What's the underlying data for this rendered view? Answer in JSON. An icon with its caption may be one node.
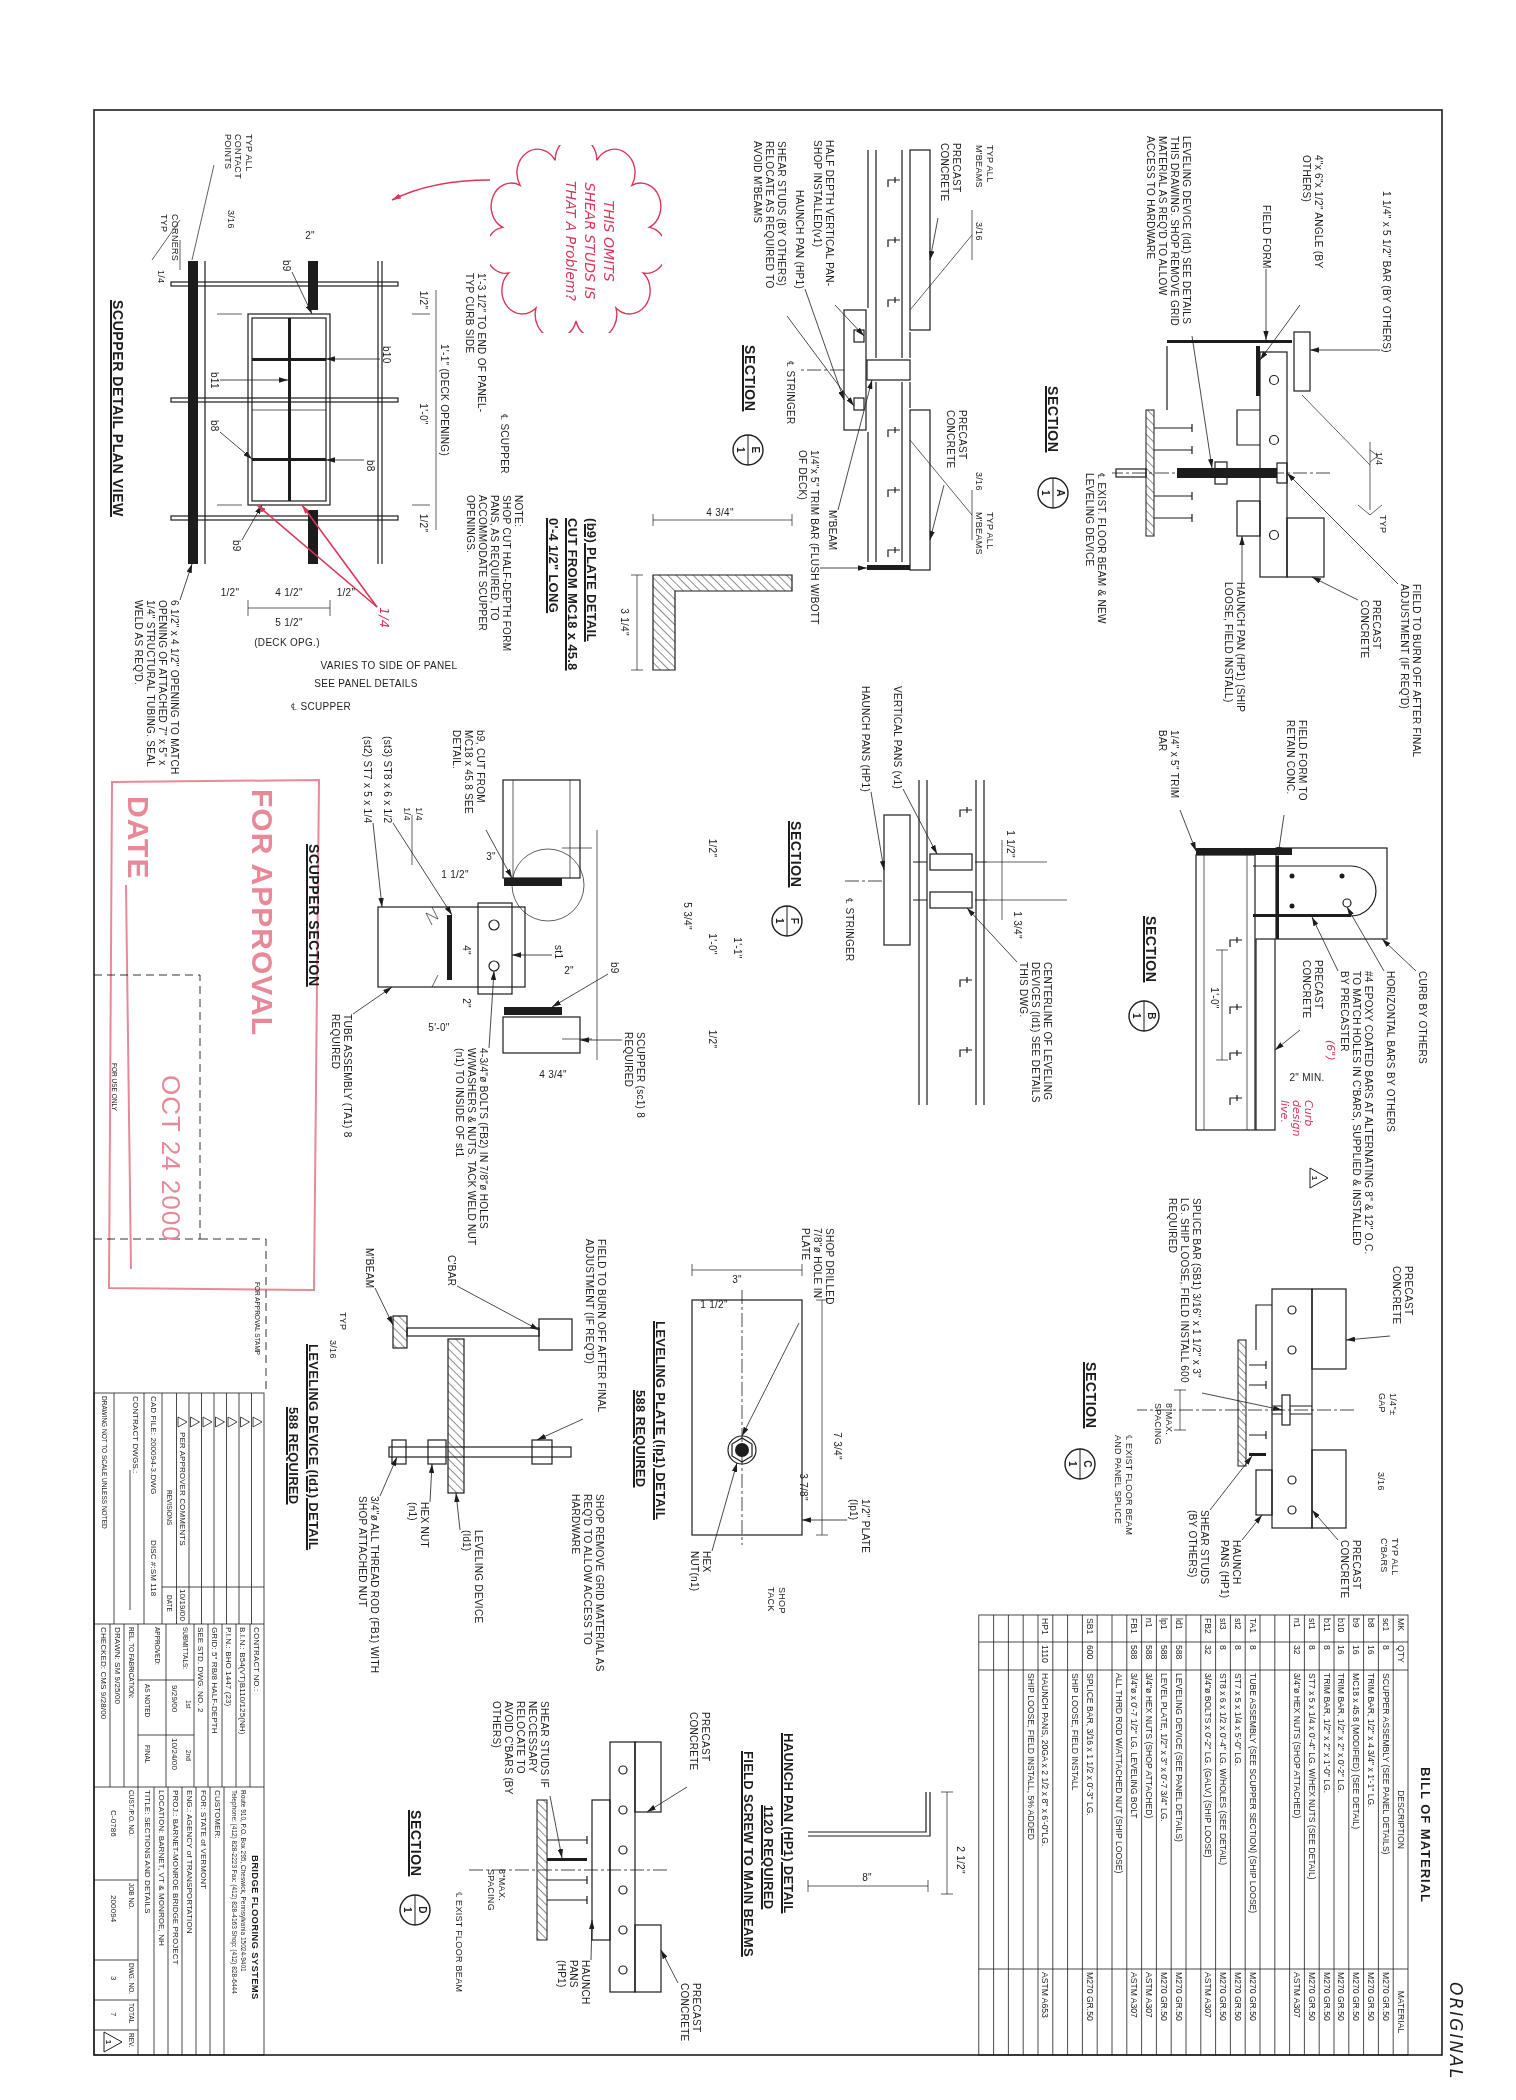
{
  "diagram": {
    "nodes": [
      {
        "text": [
          "1 1/4\" x 5 1/2\" BAR (BY OTHERS)"
        ]
      },
      {
        "text": [
          "4\"x 6\"x 1/2\" ANGLE (BY OTHERS)"
        ]
      },
      {
        "text": [
          "FIELD FORM"
        ]
      },
      {
        "text": [
          "LEVELING DEVICE (ld1) SEE DETAILS THIS DRAWING. SHOP REMOVE GRID MATERIAL AS REQ'D TO ALLOW ACCESS TO HARDWARE"
        ]
      },
      {
        "text": [
          "FIELD TO BURN OFF AFTER FINAL ADJUSTMENT (IF REQ'D)"
        ]
      },
      {
        "text": [
          "PRECAST CONCRETE"
        ]
      },
      {
        "text": [
          "HAUNCH PAN (HP1) (SHIP LOOSE, FIELD INSTALL)"
        ]
      },
      {
        "text": [
          "PRECAST CONCRETE"
        ]
      },
      {
        "text": [
          "HALF DEPTH VERTICAL PAN-SHOP INSTALLED(v1)"
        ]
      },
      {
        "text": [
          "HAUNCH PAN (HP1)"
        ]
      },
      {
        "text": [
          "SHEAR STUDS (BY OTHERS) RELOCATE AS REQUIRED TO AVOID M'BEAMS"
        ]
      },
      {
        "text": [
          "PRECAST CONCRETE"
        ]
      },
      {
        "text": [
          "M'BEAM"
        ]
      },
      {
        "text": [
          "1/4\"x 5\" TRIM BAR (FLUSH W/BOTT OF DECK)"
        ]
      },
      {
        "text": [
          "b9"
        ]
      },
      {
        "text": [
          "b10"
        ]
      },
      {
        "text": [
          "b11"
        ]
      },
      {
        "text": [
          "b8"
        ]
      },
      {
        "text": [
          "b8"
        ]
      },
      {
        "text": [
          "b9"
        ]
      },
      {
        "text": [
          "6 1/2\" x 4 1/2\" OPENING TO MATCH OPENING OF ATTACHED 7\" x 5\" x 1/4\" STRUCTURAL TUBING. SEAL WELD AS REQ'D."
        ]
      },
      {
        "text": [
          "THIS OMITS SHEAR STUDS IS THAT A Problem?"
        ]
      },
      {
        "text": [
          "1/4"
        ]
      },
      {
        "text": [
          "b9, CUT FROM MC18 x 45.8 SEE DETAIL."
        ]
      },
      {
        "text": [
          "(st3) ST8 x 6 x 1/2"
        ]
      },
      {
        "text": [
          "(st2) ST7 x 5 x 1/4"
        ]
      },
      {
        "text": [
          "st1"
        ]
      },
      {
        "text": [
          "b9"
        ]
      },
      {
        "text": [
          "SCUPPER (sc1) 8 REQUIRED"
        ]
      },
      {
        "text": [
          "4-3/4\"ø BOLTS (FB2) IN 7/8\"ø HOLES W/WASHERS & NUTS. TACK WELD NUT (n1) TO INSIDE OF st1"
        ]
      },
      {
        "text": [
          "TUBE ASSEMBLY (TA1) 8 REQUIRED"
        ]
      },
      {
        "text": [
          "FIELD FORM TO RETAIN CONC."
        ]
      },
      {
        "text": [
          "1/4\" x 5\" TRIM BAR"
        ]
      },
      {
        "text": [
          "CURB BY OTHERS"
        ]
      },
      {
        "text": [
          "HORIZONTAL BARS BY OTHERS"
        ]
      },
      {
        "text": [
          "#4 EPOXY COATED BARS AT ALTERNATING 8\" & 12\" O.C. TO MATCH HOLES IN C'BARS, SUPPLIED & INSTALLED BY PRECASTER"
        ]
      },
      {
        "text": [
          "PRECAST CONCRETE"
        ]
      },
      {
        "text": [
          "VERTICAL PANS (v1)"
        ]
      },
      {
        "text": [
          "HAUNCH PANS (HP1)"
        ]
      },
      {
        "text": [
          "CENTERLINE OF LEVELING DEVICES (ld1) SEE DETAILS THIS DWG."
        ]
      },
      {
        "text": [
          "PRECAST CONCRETE"
        ]
      },
      {
        "text": [
          "SPLICE BAR (SB1) 3/16\" x 1 1/2\" x 3\" LG. SHIP LOOSE, FIELD INSTALL 600 REQUIRED"
        ]
      },
      {
        "text": [
          "PRECAST CONCRETE"
        ]
      },
      {
        "text": [
          "HAUNCH PANS (HP1)"
        ]
      },
      {
        "text": [
          "SHEAR STUDS (BY OTHERS)"
        ]
      },
      {
        "text": [
          "SHOP DRILLED 7/8\"ø HOLE IN PLATE"
        ]
      },
      {
        "text": [
          "1/2\" PLATE (lp1)"
        ]
      },
      {
        "text": [
          "HEX NUT(n1)"
        ]
      },
      {
        "text": [
          "FIELD TO BURN OFF AFTER FINAL ADJUSTMENT (IF REQ'D)"
        ]
      },
      {
        "text": [
          "C'BAR"
        ]
      },
      {
        "text": [
          "M'BEAM"
        ]
      },
      {
        "text": [
          "HEX NUT (n1)"
        ]
      },
      {
        "text": [
          "LEVELING DEVICE (ld1)"
        ]
      },
      {
        "text": [
          "3/4\"ø ALL THREAD ROD (FB1) WITH SHOP ATTACHED NUT"
        ]
      },
      {
        "text": [
          "PRECAST CONCRETE"
        ]
      },
      {
        "text": [
          "PRECAST CONCRETE"
        ]
      },
      {
        "text": [
          "SHEAR STUDS IF NECCESSARY RELOCATE TO AVOID C'BARS (BY OTHERS)"
        ]
      },
      {
        "text": [
          "HAUNCH PANS (HP1)"
        ]
      },
      {
        "text": [],
        "shape": "box"
      },
      {
        "text": [],
        "shape": "bar"
      },
      {
        "text": [],
        "shape": "bar"
      },
      {
        "text": [],
        "shape": "bar"
      },
      {
        "text": [],
        "shape": "box"
      },
      {
        "text": [],
        "shape": "box"
      },
      {
        "text": [],
        "shape": "box"
      },
      {
        "text": [],
        "shape": "box"
      },
      {
        "text": [],
        "shape": "box",
        "in": 67
      },
      {
        "text": [],
        "shape": "box"
      },
      {
        "text": [],
        "shape": "box",
        "in": 67
      },
      {
        "text": [],
        "shape": "box"
      },
      {
        "text": [],
        "shape": "box"
      },
      {
        "text": [],
        "shape": "bar"
      },
      {
        "text": [],
        "shape": "box"
      },
      {
        "text": [],
        "shape": "bar",
        "in": 72
      },
      {
        "text": [],
        "shape": "bar",
        "in": 72
      },
      {
        "text": [],
        "shape": "bar",
        "in": 72
      },
      {
        "text": [],
        "shape": "bar"
      },
      {
        "text": [],
        "shape": "bar"
      },
      {
        "text": [],
        "shape": "bar"
      },
      {
        "text": [],
        "shape": "bar",
        "in": 80
      },
      {
        "text": [],
        "shape": "box"
      },
      {
        "text": [],
        "shape": "box"
      },
      {
        "text": [],
        "shape": "box"
      },
      {
        "text": [],
        "shape": "circle",
        "in": 81
      },
      {
        "text": [],
        "shape": "bar",
        "in": 86
      },
      {
        "text": [],
        "shape": "bar"
      },
      {
        "text": [],
        "shape": "box"
      },
      {
        "text": [],
        "shape": "circle",
        "in": 86
      },
      {
        "text": [],
        "shape": "bar"
      },
      {
        "text": [],
        "shape": "box"
      },
      {
        "text": [],
        "shape": "box"
      },
      {
        "text": [],
        "shape": "box"
      },
      {
        "text": [],
        "shape": "box"
      },
      {
        "text": [],
        "shape": "box"
      },
      {
        "text": [],
        "shape": "box"
      },
      {
        "text": [],
        "shape": "box"
      },
      {
        "text": [],
        "shape": "box"
      },
      {
        "text": [],
        "shape": "bar"
      },
      {
        "text": [],
        "shape": "circle",
        "in": 99
      },
      {
        "text": [],
        "shape": "box"
      },
      {
        "text": [],
        "shape": "box"
      },
      {
        "text": [],
        "shape": "box"
      },
      {
        "text": [],
        "shape": "box"
      },
      {
        "text": [],
        "shape": "box"
      },
      {
        "text": [],
        "shape": "box"
      },
      {
        "text": [],
        "shape": "box"
      },
      {
        "text": [],
        "shape": "box"
      },
      {
        "text": [],
        "shape": "box"
      },
      {
        "text": [],
        "shape": "bar"
      },
      {
        "text": [],
        "shape": "box"
      }
    ],
    "edges": [
      {
        "from": 0,
        "to": 58,
        "arrow": "to"
      },
      {
        "from": 1,
        "to": 59,
        "arrow": "to"
      },
      {
        "from": 2,
        "to": 60,
        "arrow": "to"
      },
      {
        "from": 3,
        "to": 61,
        "arrow": "to"
      },
      {
        "from": 4,
        "to": 62,
        "arrow": "to"
      },
      {
        "from": 5,
        "to": 63,
        "arrow": "to"
      },
      {
        "from": 6,
        "to": 64,
        "arrow": "to"
      },
      {
        "from": 7,
        "to": 65,
        "arrow": "to"
      },
      {
        "from": 8,
        "to": 66,
        "arrow": "to"
      },
      {
        "from": 9,
        "to": 67,
        "arrow": "to"
      },
      {
        "from": 10,
        "to": 68,
        "arrow": "to"
      },
      {
        "from": 11,
        "to": 69,
        "arrow": "to"
      },
      {
        "from": 12,
        "to": 70,
        "arrow": "to"
      },
      {
        "from": 13,
        "to": 71,
        "arrow": "to"
      },
      {
        "from": 14,
        "to": 72,
        "arrow": "to"
      },
      {
        "from": 15,
        "to": 73,
        "arrow": "to"
      },
      {
        "from": 16,
        "to": 74,
        "arrow": "to"
      },
      {
        "from": 17,
        "to": 75,
        "arrow": "to"
      },
      {
        "from": 18,
        "to": 75,
        "arrow": "to"
      },
      {
        "from": 19,
        "to": 72,
        "arrow": "to"
      },
      {
        "from": 20,
        "to": 76,
        "arrow": "to"
      },
      {
        "from": 21,
        "to": null,
        "arrow": "to",
        "color": "#d9365a"
      },
      {
        "from": 22,
        "to": 72,
        "arrow": "to",
        "color": "#d9365a"
      },
      {
        "from": 22,
        "to": 72,
        "arrow": "to",
        "color": "#d9365a"
      },
      {
        "from": 23,
        "to": 77,
        "arrow": "to"
      },
      {
        "from": 24,
        "to": 79,
        "arrow": "to"
      },
      {
        "from": 25,
        "to": 80,
        "arrow": "to"
      },
      {
        "from": 26,
        "to": 81,
        "arrow": "to"
      },
      {
        "from": 27,
        "to": 78,
        "arrow": "to"
      },
      {
        "from": 28,
        "to": 82,
        "arrow": "to"
      },
      {
        "from": 29,
        "to": 83,
        "arrow": "to"
      },
      {
        "from": 30,
        "to": 80,
        "arrow": "to"
      },
      {
        "from": 31,
        "to": 84,
        "arrow": "to"
      },
      {
        "from": 32,
        "to": 85,
        "arrow": "to"
      },
      {
        "from": 33,
        "to": 86,
        "arrow": "to"
      },
      {
        "from": 34,
        "to": 87,
        "arrow": "to"
      },
      {
        "from": 35,
        "to": 88,
        "arrow": "to"
      },
      {
        "from": 36,
        "to": 89,
        "arrow": "to"
      },
      {
        "from": 37,
        "to": 90,
        "arrow": "to"
      },
      {
        "from": 38,
        "to": 91,
        "arrow": "to"
      },
      {
        "from": 39,
        "to": 92,
        "arrow": "to"
      },
      {
        "from": 40,
        "to": 93,
        "arrow": "to"
      },
      {
        "from": 41,
        "to": 94,
        "arrow": "to"
      },
      {
        "from": 42,
        "to": 95,
        "arrow": "to"
      },
      {
        "from": 43,
        "to": 96,
        "arrow": "to"
      },
      {
        "from": 44,
        "to": 97,
        "arrow": "to"
      },
      {
        "from": 45,
        "to": 98,
        "arrow": "to"
      },
      {
        "from": 46,
        "to": 99,
        "arrow": "to"
      },
      {
        "from": 47,
        "to": 98,
        "arrow": "to"
      },
      {
        "from": 48,
        "to": 100,
        "arrow": "to"
      },
      {
        "from": 49,
        "to": 101,
        "arrow": "to"
      },
      {
        "from": 50,
        "to": 102,
        "arrow": "to"
      },
      {
        "from": 51,
        "to": 103,
        "arrow": "to"
      },
      {
        "from": 52,
        "to": 104,
        "arrow": "to"
      },
      {
        "from": 53,
        "to": 105,
        "arrow": "to"
      },
      {
        "from": 54,
        "to": 106,
        "arrow": "to"
      },
      {
        "from": 55,
        "to": 107,
        "arrow": "to"
      },
      {
        "from": 56,
        "to": 108,
        "arrow": "to"
      },
      {
        "from": 57,
        "to": 109,
        "arrow": "to"
      }
    ],
    "labels": [
      "1/4",
      "TYP",
      "℄ EXIST. FLOOR BEAM & NEW LEVELING DEVICE",
      "SECTION",
      "A",
      "1",
      "3/16",
      "TYP ALL M'BEAMS",
      "℄ STRINGER",
      "3/16",
      "TYP ALL M'BEAMS",
      "SECTION",
      "E",
      "1",
      "4 3/4\"",
      "3 1/4\"",
      "(b9) PLATE DETAIL",
      "CUT FROM MC18 x 45.8",
      "0'-4 1/2\" LONG",
      "NOTE:",
      "SHOP CUT HALF-DEPTH FORM PANS, AS REQUIRED, TO ACCOMMODATE SCUPPER OPENINGS.",
      "TYP ALL CONTACT POINTS",
      "3/16",
      "CORNERS TYP",
      "1/4",
      "2\"",
      "1/2\"",
      "1'-1\" (DECK OPENING)",
      "1'-0\"",
      "1/2\"",
      "1'-3 1/2\" TO END OF PANEL-TYP CURB SIDE",
      "℄ SCUPPER",
      "1/2\"",
      "4 1/2\"",
      "1/2\"",
      "5 1/2\"",
      "(DECK OPG.)",
      "VARIES TO SIDE OF PANEL",
      "SEE PANEL DETAILS",
      "℄ SCUPPER",
      "1/4",
      "1/4",
      "3\"",
      "1 1/2\"",
      "4\"",
      "2\"",
      "5'-0\"",
      "2\"",
      "4 3/4\"",
      "1/2\"",
      "5 3/4\"",
      "1'-0\"",
      "1'-1\"",
      "1/2\"",
      "SCUPPER SECTION",
      "2\" MIN.",
      "1'-0\"",
      "1",
      "(6\")",
      "Curb design live.",
      "SECTION",
      "B",
      "1",
      "1 1/2\"",
      "1 3/4\"",
      "℄ STRINGER",
      "SECTION",
      "F",
      "1",
      "1/4\"± GAP",
      "3/16",
      "TYP ALL C'BARS",
      "8\"MAX. SPACING",
      "℄ EXIST FLOOR BEAM AND PANEL SPLICE",
      "SECTION",
      "C",
      "1",
      "BILL OF MATERIAL",
      "MK",
      "QTY",
      "DESCRIPTION",
      "MATERIAL",
      "sc1",
      "8",
      "SCUPPER ASSEMBLY (SEE PANEL DETAILS)",
      "M270 GR.50",
      "b8",
      "16",
      "TRIM BAR, 1/2\" x 4 3/4\" x 1'-1\" LG.",
      "M270 GR.50",
      "b9",
      "16",
      "MC18 x 45.8 (MODIFIED) (SEE DETAIL)",
      "M270 GR.50",
      "b10",
      "16",
      "TRIM BAR, 1/2\" x 2\" x 0'-2\" LG.",
      "M270 GR.50",
      "b11",
      "8",
      "TRIM BAR, 1/2\" x 2\" x 1'-0\" LG.",
      "M270 GR.50",
      "st1",
      "8",
      "ST7 x 5 x 1/4 x 0'-4\" LG. W/HEX NUTS (SEE DETAIL)",
      "M270 GR.50",
      "n1",
      "32",
      "3/4\"ø HEX NUTS (SHOP ATTACHED)",
      "ASTM A307",
      "TA1",
      "8",
      "TUBE ASSEMBLY (SEE SCUPPER SECTION) (SHIP LOOSE)",
      "M270 GR.50",
      "st2",
      "8",
      "ST7 x 5 x 1/4 x 5'-0\" LG.",
      "M270 GR.50",
      "st3",
      "8",
      "ST8 x 6 x 1/2 x 0'-4\" LG. W/HOLES (SEE DETAIL)",
      "M270 GR.50",
      "FB2",
      "32",
      "3/4\"ø BOLTS x 0'-2\" LG. (GALV.) (SHIP LOOSE)",
      "ASTM A307",
      "ld1",
      "588",
      "LEVELING DEVICE (SEE PANEL DETAILS)",
      "M270 GR.50",
      "lp1",
      "588",
      "LEVEL PLATE, 1/2\" x 3\" x 0'-7 3/4\" LG.",
      "M270 GR.50",
      "n1",
      "588",
      "3/4\"ø HEX NUTS (SHOP ATTACHED)",
      "ASTM A307",
      "FB1",
      "588",
      "3/4\"ø x 0'-7 1/2\" LG. LEVELING BOLT",
      "ASTM A307",
      "ALL THRD ROD W/ATTACHED NUT (SHIP LOOSE)",
      "SB1",
      "600",
      "SPLICE BAR, 3/16 x 1 1/2 x 0'-3\" LG.",
      "M270 GR.50",
      "SHIP LOOSE, FIELD INSTALL",
      "HP1",
      "1110",
      "HAUNCH PANS, 20GA x 2 1/2 x 8\" x 6'-0\"LG.",
      "ASTM A653",
      "SHIP LOOSE, FIELD INSTALL, 5% ADDED",
      "8\"",
      "2 1/2\"",
      "HAUNCH PAN (HP1) DETAIL",
      "1120 REQUIRED",
      "FIELD SCREW TO MAIN BEAMS",
      "3\"",
      "1 1/2\"",
      "7 3/4\"",
      "3 7/8\"",
      "SHOP TACK",
      "SHOP REMOVE GRID MATERIAL AS REQ'D TO ALLOW ACCESS TO HARDWARE",
      "LEVELING PLATE (lp1) DETAIL",
      "588 REQUIRED",
      "TYP",
      "3/16",
      "LEVELING DEVICE (ld1) DETAIL",
      "588 REQUIRED",
      "8\"MAX. SPACING",
      "℄ EXIST FLOOR BEAM",
      "SECTION",
      "D",
      "1",
      "SCUPPER DETAIL PLAN VIEW",
      "FOR APPROVAL",
      "DATE",
      "OCT 24 2000",
      "FOR USE ONLY",
      "FOR APPROVAL STAMP",
      "PER APPROVER COMMENTS",
      "10/19/00",
      "REVISIONS",
      "DATE",
      "CAD FILE: 200094-3.DWG",
      "DISC #:SM 118",
      "CONTRACT DWGS.:",
      "DRAWING NOT TO SCALE UNLESS NOTED",
      "CONTRACT NO.:",
      "B.I.N.: B54(VT)B110/125(NH)",
      "P.I.N.: BHO 1447 (23)",
      "GRID: 5\" RB/8 HALF-DEPTH",
      "SEE STD. DWG. NO. 2",
      "SUBMITTALS:",
      "1st",
      "2nd",
      "9/29/00",
      "10/24/00",
      "APPROVED:",
      "AS NOTED",
      "FINAL",
      "REL. TO FABRICATION:",
      "DRAWN: SM 9/25/00",
      "CHECKED: CMS 9/28/00",
      "BRIDGE FLOORING SYSTEMS",
      "Route 910, P.O. Box 295, Cheswick, Pennsylvania 15024-9401",
      "Telephone: (412) 828-2223 Fax: (412) 828-4163 Shop: (412) 828-6444",
      "CUSTOMER:",
      "FOR: STATE of VERMONT",
      "ENG.: AGENCY of TRANSPORTATION",
      "PROJ.: BARNET-MONROE BRIDGE PROJECT",
      "LOCATION: BARNET, VT & MONROE, NH",
      "TITLE: SECTIONS AND DETAILS",
      "CUST./P.O. NO.",
      "C-0786",
      "JOB NO.",
      "200094",
      "DWG. NO.",
      "3",
      "TOTAL",
      "7",
      "REV.",
      "1",
      "ORIGINAL"
    ]
  }
}
